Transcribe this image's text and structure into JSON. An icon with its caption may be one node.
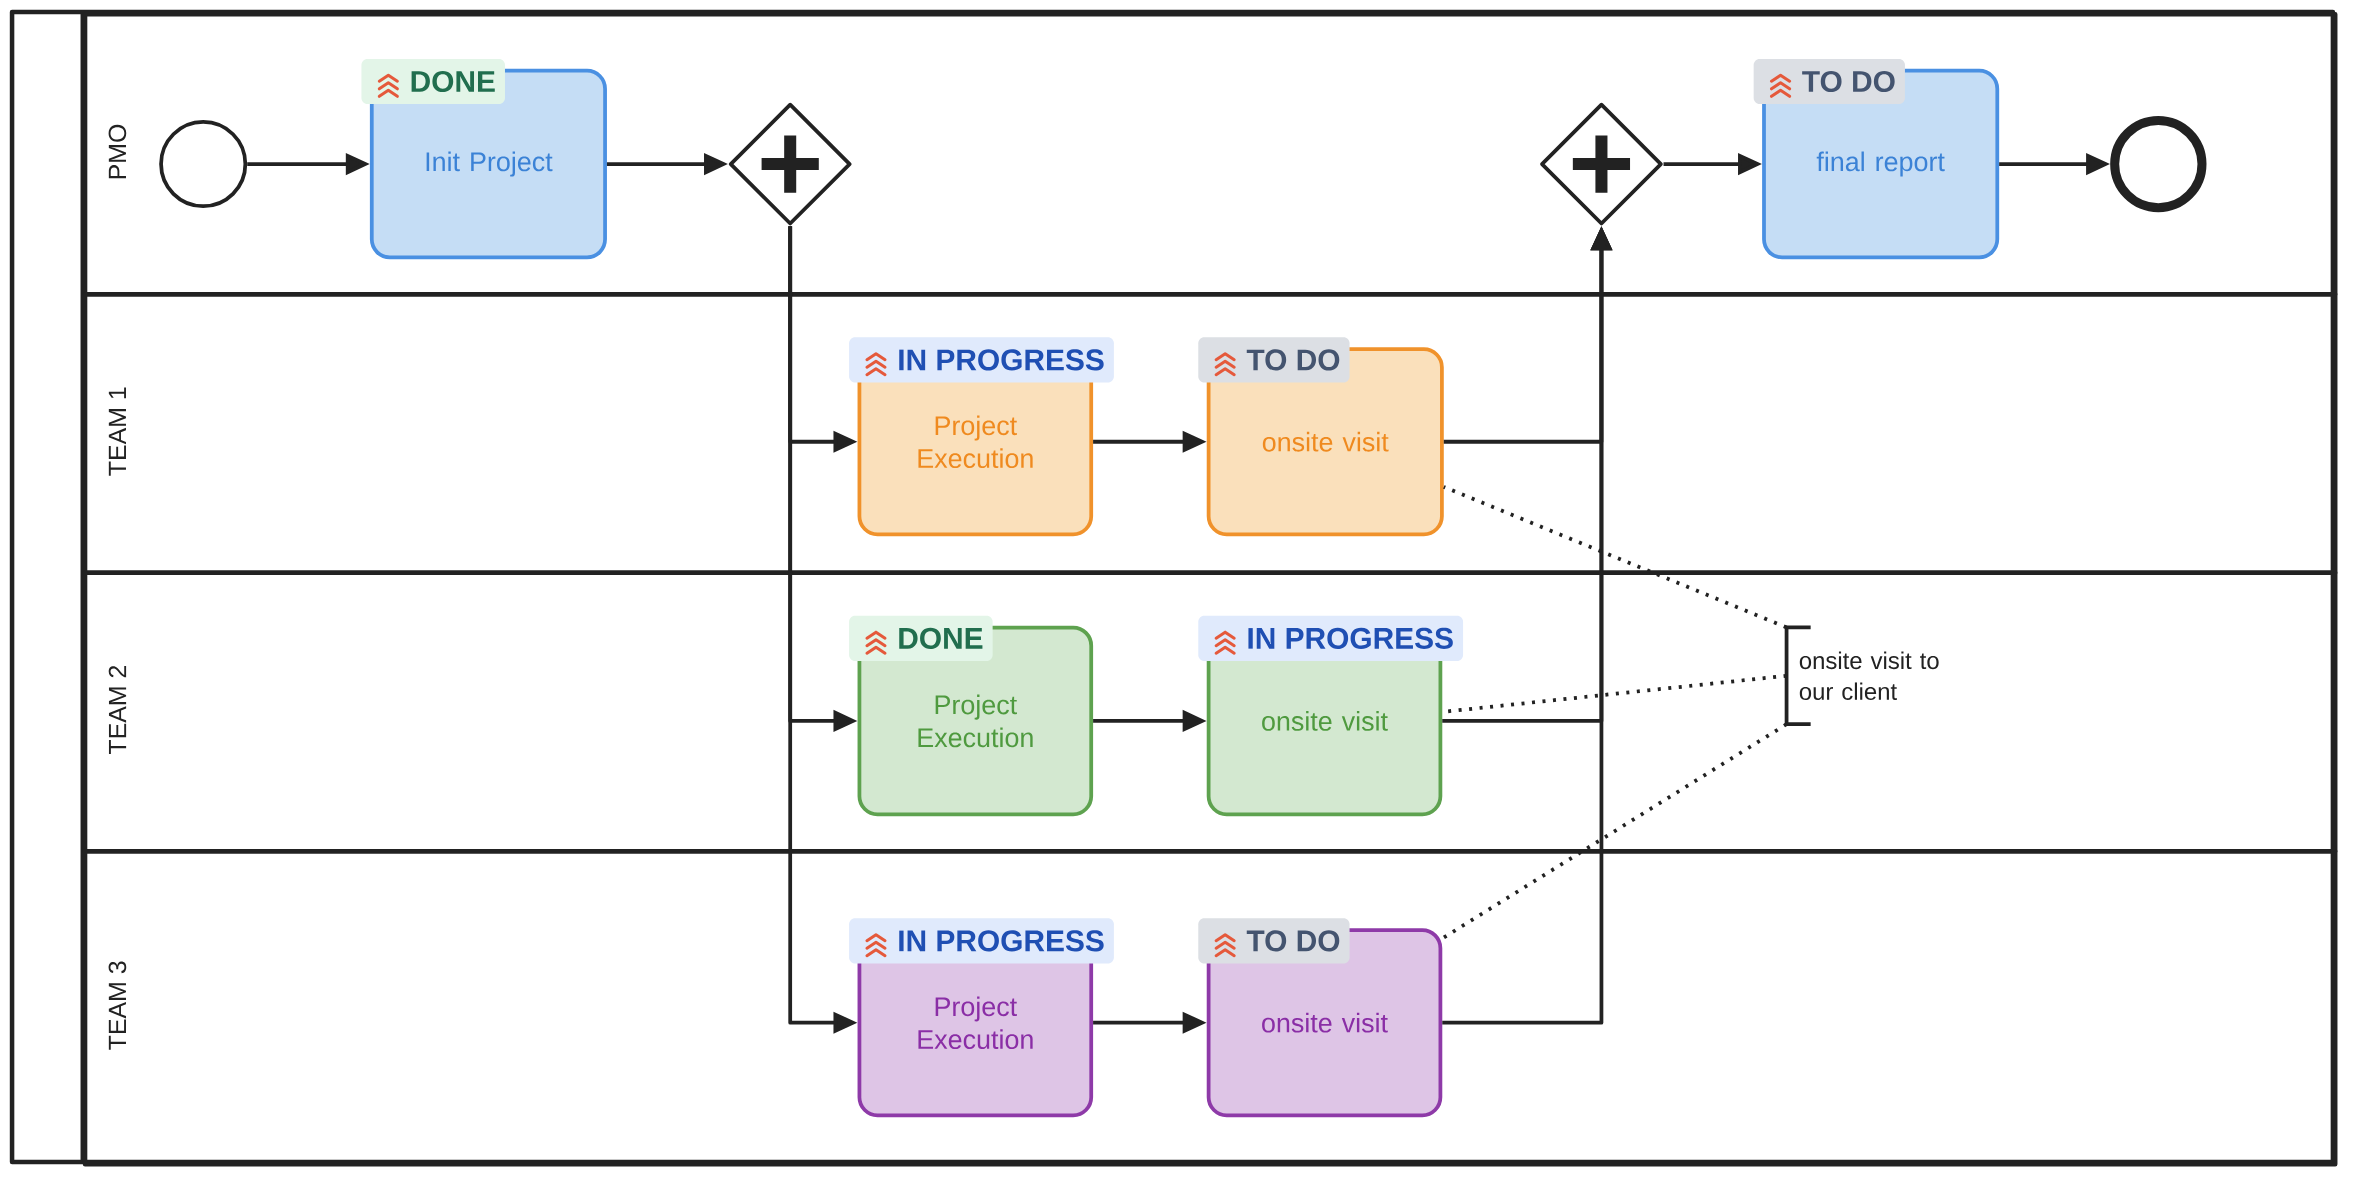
{
  "diagram": {
    "nodes": [
      {
        "text": [
          "PMO"
        ]
      },
      {
        "text": [
          "TEAM 1"
        ]
      },
      {
        "text": [
          "TEAM 2"
        ]
      },
      {
        "text": [
          "TEAM 3"
        ]
      },
      {
        "text": [],
        "shape": "circle",
        "in": 0
      },
      {
        "text": [
          "DONE",
          "Init Project"
        ],
        "in": 0
      },
      {
        "text": [],
        "shape": "diamond",
        "in": 0
      },
      {
        "text": [],
        "shape": "diamond",
        "in": 0
      },
      {
        "text": [
          "TO DO",
          "final report"
        ],
        "in": 0
      },
      {
        "text": [],
        "shape": "circle",
        "in": 0
      },
      {
        "text": [
          "IN PROGRESS",
          "Project Execution"
        ],
        "in": 1
      },
      {
        "text": [
          "TO DO",
          "onsite visit"
        ],
        "in": 1
      },
      {
        "text": [
          "DONE",
          "Project Execution"
        ],
        "in": 2
      },
      {
        "text": [
          "IN PROGRESS",
          "onsite visit"
        ],
        "in": 2
      },
      {
        "text": [
          "IN PROGRESS",
          "Project Execution"
        ],
        "in": 3
      },
      {
        "text": [
          "TO DO",
          "onsite visit"
        ],
        "in": 3
      },
      {
        "text": [
          "onsite visit to our client"
        ],
        "in": 2
      }
    ],
    "edges": [
      {
        "from": 4,
        "to": 5,
        "arrow": "to"
      },
      {
        "from": 5,
        "to": 6,
        "arrow": "to"
      },
      {
        "from": 6,
        "to": 10,
        "arrow": "to"
      },
      {
        "from": 6,
        "to": 12,
        "arrow": "to"
      },
      {
        "from": 6,
        "to": 14,
        "arrow": "to"
      },
      {
        "from": 10,
        "to": 11,
        "arrow": "to"
      },
      {
        "from": 12,
        "to": 13,
        "arrow": "to"
      },
      {
        "from": 14,
        "to": 15,
        "arrow": "to"
      },
      {
        "from": 11,
        "to": 7,
        "arrow": "to"
      },
      {
        "from": 13,
        "to": 7,
        "arrow": "to"
      },
      {
        "from": 15,
        "to": 7,
        "arrow": "to"
      },
      {
        "from": 7,
        "to": 8,
        "arrow": "to"
      },
      {
        "from": 8,
        "to": 9,
        "arrow": "to"
      },
      {
        "from": 16,
        "to": 11,
        "arrow": "none",
        "style": "dashed"
      },
      {
        "from": 16,
        "to": 13,
        "arrow": "none",
        "style": "dashed"
      },
      {
        "from": 16,
        "to": 15,
        "arrow": "none",
        "style": "dashed"
      }
    ]
  }
}
